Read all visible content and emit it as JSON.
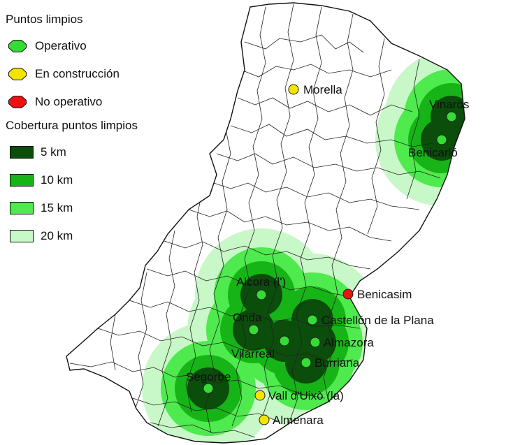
{
  "legend": {
    "points_title": "Puntos limpios",
    "points": [
      {
        "label": "Operativo",
        "color": "#33dd33"
      },
      {
        "label": "En construcción",
        "color": "#f5e400"
      },
      {
        "label": "No operativo",
        "color": "#ee1111"
      }
    ],
    "coverage_title": "Cobertura puntos limpios",
    "coverage": [
      {
        "label": "5 km",
        "color": "#0b4d0b"
      },
      {
        "label": "10 km",
        "color": "#17b417"
      },
      {
        "label": "15 km",
        "color": "#4eea4e"
      },
      {
        "label": "20 km",
        "color": "#c8f7c8"
      }
    ]
  },
  "towns": [
    {
      "name": "Morella",
      "status": "construccion"
    },
    {
      "name": "Vinaròs",
      "status": "operativo"
    },
    {
      "name": "Benicarló",
      "status": "operativo"
    },
    {
      "name": "Benicasim",
      "status": "no_operativo"
    },
    {
      "name": "Alcora (l')",
      "status": "operativo"
    },
    {
      "name": "Castellón de la Plana",
      "status": "operativo"
    },
    {
      "name": "Onda",
      "status": "operativo"
    },
    {
      "name": "Almazora",
      "status": "operativo"
    },
    {
      "name": "Vilarreal",
      "status": "operativo"
    },
    {
      "name": "Burriana",
      "status": "operativo"
    },
    {
      "name": "Segorbe",
      "status": "operativo"
    },
    {
      "name": "Vall d'Uixò (la)",
      "status": "construccion"
    },
    {
      "name": "Almenara",
      "status": "construccion"
    }
  ]
}
